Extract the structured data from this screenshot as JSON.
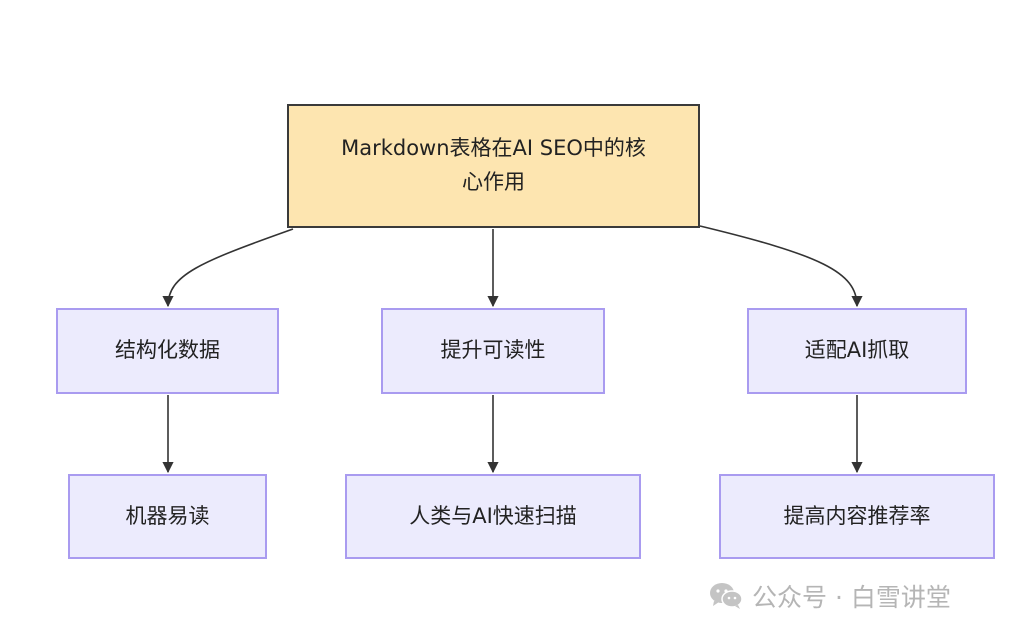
{
  "diagram": {
    "root": {
      "label": "Markdown表格在AI SEO中的核心作用"
    },
    "branches": [
      {
        "label": "结构化数据",
        "child": "机器易读"
      },
      {
        "label": "提升可读性",
        "child": "人类与AI快速扫描"
      },
      {
        "label": "适配AI抓取",
        "child": "提高内容推荐率"
      }
    ],
    "colors": {
      "root_fill": "#fde5b0",
      "root_border": "#3a3a3a",
      "node_fill": "#ecebfd",
      "node_border": "#a99bf0",
      "edge": "#333333"
    }
  },
  "watermark": {
    "icon": "wechat-icon",
    "text": "公众号 · 白雪讲堂"
  }
}
